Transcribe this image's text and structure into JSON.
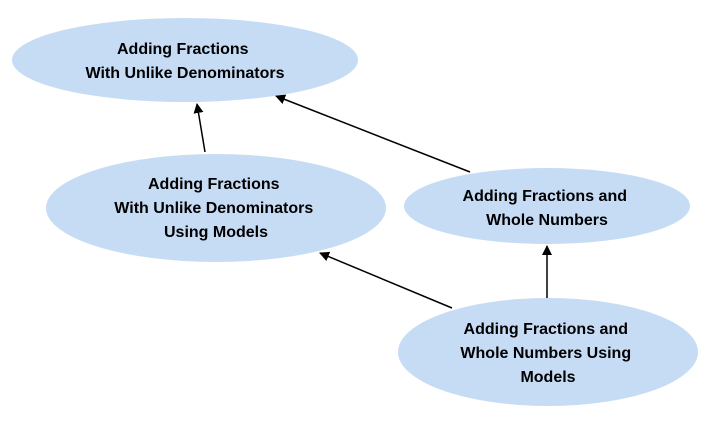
{
  "colors": {
    "node_fill": "#c6dcf5",
    "edge": "#000000",
    "text": "#000000"
  },
  "nodes": [
    {
      "id": "adding-fractions-unlike",
      "lines": [
        "Adding Fractions",
        "With Unlike Denominators"
      ]
    },
    {
      "id": "adding-fractions-unlike-models",
      "lines": [
        "Adding Fractions",
        "With Unlike Denominators",
        "Using Models"
      ]
    },
    {
      "id": "adding-fractions-whole",
      "lines": [
        "Adding Fractions and",
        "Whole Numbers"
      ]
    },
    {
      "id": "adding-fractions-whole-models",
      "lines": [
        "Adding Fractions and",
        "Whole Numbers Using",
        "Models"
      ]
    }
  ],
  "edges": [
    {
      "from": "adding-fractions-unlike-models",
      "to": "adding-fractions-unlike"
    },
    {
      "from": "adding-fractions-whole",
      "to": "adding-fractions-unlike"
    },
    {
      "from": "adding-fractions-whole-models",
      "to": "adding-fractions-unlike-models"
    },
    {
      "from": "adding-fractions-whole-models",
      "to": "adding-fractions-whole"
    }
  ]
}
